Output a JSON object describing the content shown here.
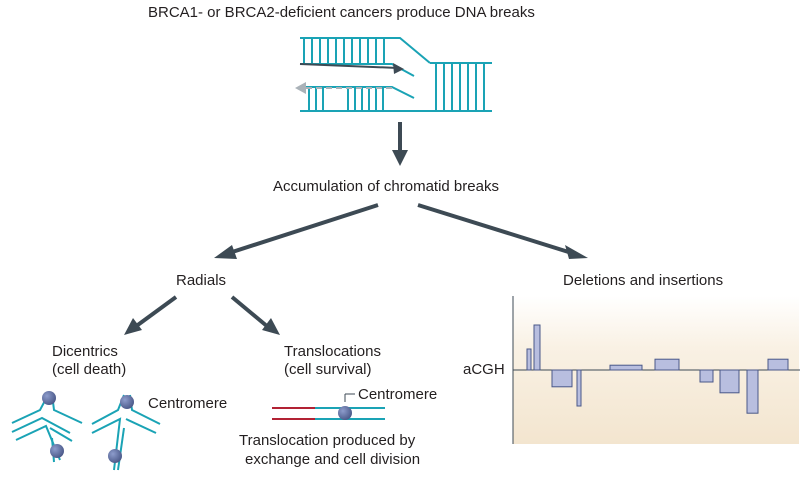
{
  "title": "BRCA1- or BRCA2-deficient cancers produce DNA breaks",
  "nodes": {
    "accumulation": "Accumulation of chromatid breaks",
    "radials": "Radials",
    "deletions": "Deletions and insertions",
    "dicentrics_line1": "Dicentrics",
    "dicentrics_line2": "(cell death)",
    "translocations_line1": "Translocations",
    "translocations_line2": "(cell survival)"
  },
  "annotations": {
    "centromere_left": "Centromere",
    "centromere_right": "Centromere",
    "translocation_caption_line1": "Translocation produced by",
    "translocation_caption_line2": "exchange and cell division",
    "acgh_label": "aCGH"
  },
  "colors": {
    "dna_strand": "#1aa3b5",
    "arrow": "#3d4a54",
    "centromere": "#5a6a9c",
    "translocated_segment": "#b22234",
    "acgh_bar": "#b8bedf",
    "acgh_panel": "#f6ead6"
  },
  "acgh_profile": [
    {
      "value": 0.35
    },
    {
      "value": 0.75
    },
    {
      "value": -0.28
    },
    {
      "value": -0.6
    },
    {
      "value": 0.08
    },
    {
      "value": 0.18
    },
    {
      "value": -0.2
    },
    {
      "value": -0.38
    },
    {
      "value": -0.72
    },
    {
      "value": 0.18
    }
  ]
}
